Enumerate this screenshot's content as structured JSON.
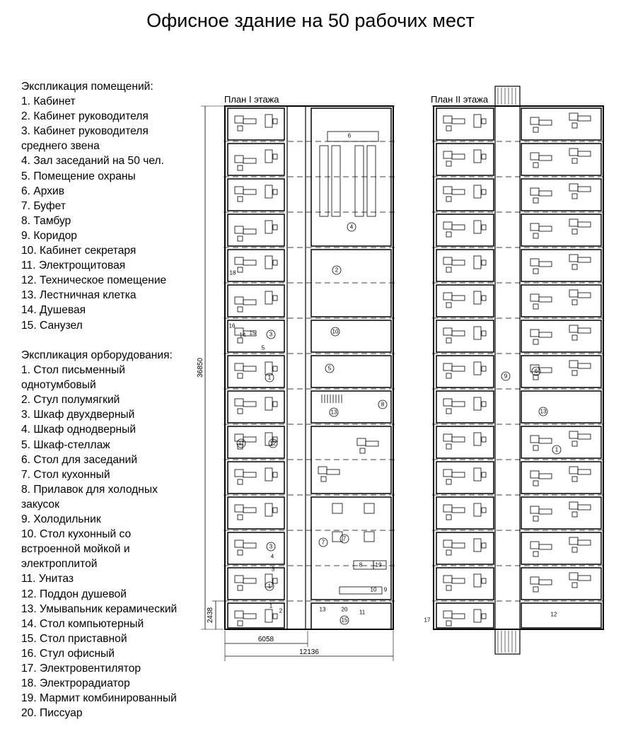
{
  "title": "Офисное здание на 50 рабочих мест",
  "rooms_legend": {
    "heading": "Экспликация помещений:",
    "items": [
      "1. Кабинет",
      "2. Кабинет руководителя",
      "3. Кабинет руководителя",
      "среднего звена",
      "4. Зал заседаний на 50 чел.",
      "5. Помещение охраны",
      "6. Архив",
      "7. Буфет",
      "8. Тамбур",
      "9. Коридор",
      "10. Кабинет секретаря",
      "11. Электрощитовая",
      "12. Техническое помещение",
      "13. Лестничная клетка",
      "14. Душевая",
      "15. Санузел"
    ]
  },
  "equipment_legend": {
    "heading": "Экспликация орборудования:",
    "items": [
      "1. Стол письменный",
      "однотумбовый",
      "2. Стул полумягкий",
      "3. Шкаф двухдверный",
      "4. Шкаф однодверный",
      "5. Шкаф-стеллаж",
      "6. Стол для заседаний",
      "7. Стол кухонный",
      "8. Прилавок для холодных",
      "закусок",
      "9. Холодильник",
      "10. Стол кухонный со",
      "встроенной мойкой и",
      "электроплитой",
      "11. Унитаз",
      "12. Поддон душевой",
      "13. Умывапьник керамический",
      "14. Стол компьютерный",
      "15. Стол приставной",
      "16. Стул офисный",
      "17. Электровентилятор",
      "18. Электрорадиатор",
      "19. Мармит комбинированный",
      "20. Писсуар"
    ]
  },
  "plan1": {
    "title": "План I этажа",
    "labels": [
      "6",
      "4",
      "18",
      "2",
      "16",
      "14",
      "15",
      "3",
      "5",
      "10",
      "1",
      "5",
      "13",
      "8",
      "11",
      "12",
      "7",
      "7",
      "3",
      "4",
      "1",
      "3",
      "8",
      "19",
      "10",
      "9",
      "1",
      "2",
      "13",
      "20",
      "11",
      "15"
    ]
  },
  "plan2": {
    "title": "План II этажа",
    "labels": [
      "9",
      "6",
      "13",
      "1",
      "17",
      "12"
    ]
  },
  "dimensions": {
    "total_height": "36850",
    "bottom_module": "2438",
    "half_width": "6058",
    "total_width": "12136"
  }
}
